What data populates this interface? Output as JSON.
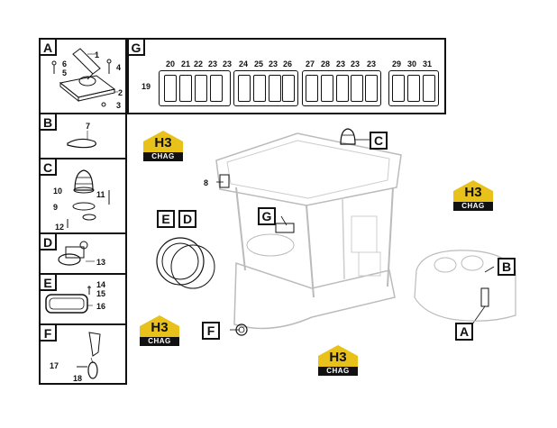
{
  "panels": {
    "A": {
      "tag": "A",
      "items": [
        "1",
        "2",
        "3",
        "4",
        "5",
        "6"
      ]
    },
    "B": {
      "tag": "B",
      "items": [
        "7"
      ]
    },
    "C": {
      "tag": "C",
      "items": [
        "9",
        "10",
        "11",
        "12"
      ]
    },
    "D": {
      "tag": "D",
      "items": [
        "13"
      ]
    },
    "E": {
      "tag": "E",
      "items": [
        "14",
        "15",
        "16"
      ]
    },
    "F": {
      "tag": "F",
      "items": [
        "17",
        "18"
      ]
    },
    "G": {
      "tag": "G",
      "items": [
        "19",
        "20",
        "21",
        "22",
        "23",
        "23",
        "24",
        "25",
        "23",
        "26",
        "27",
        "28",
        "23",
        "23",
        "23",
        "29",
        "30",
        "31"
      ]
    }
  },
  "main_view": {
    "item_8": "8",
    "callouts": [
      "C",
      "G",
      "E",
      "D",
      "F",
      "B",
      "A"
    ]
  },
  "logo": {
    "mark": "H3",
    "text": "CHAG"
  }
}
